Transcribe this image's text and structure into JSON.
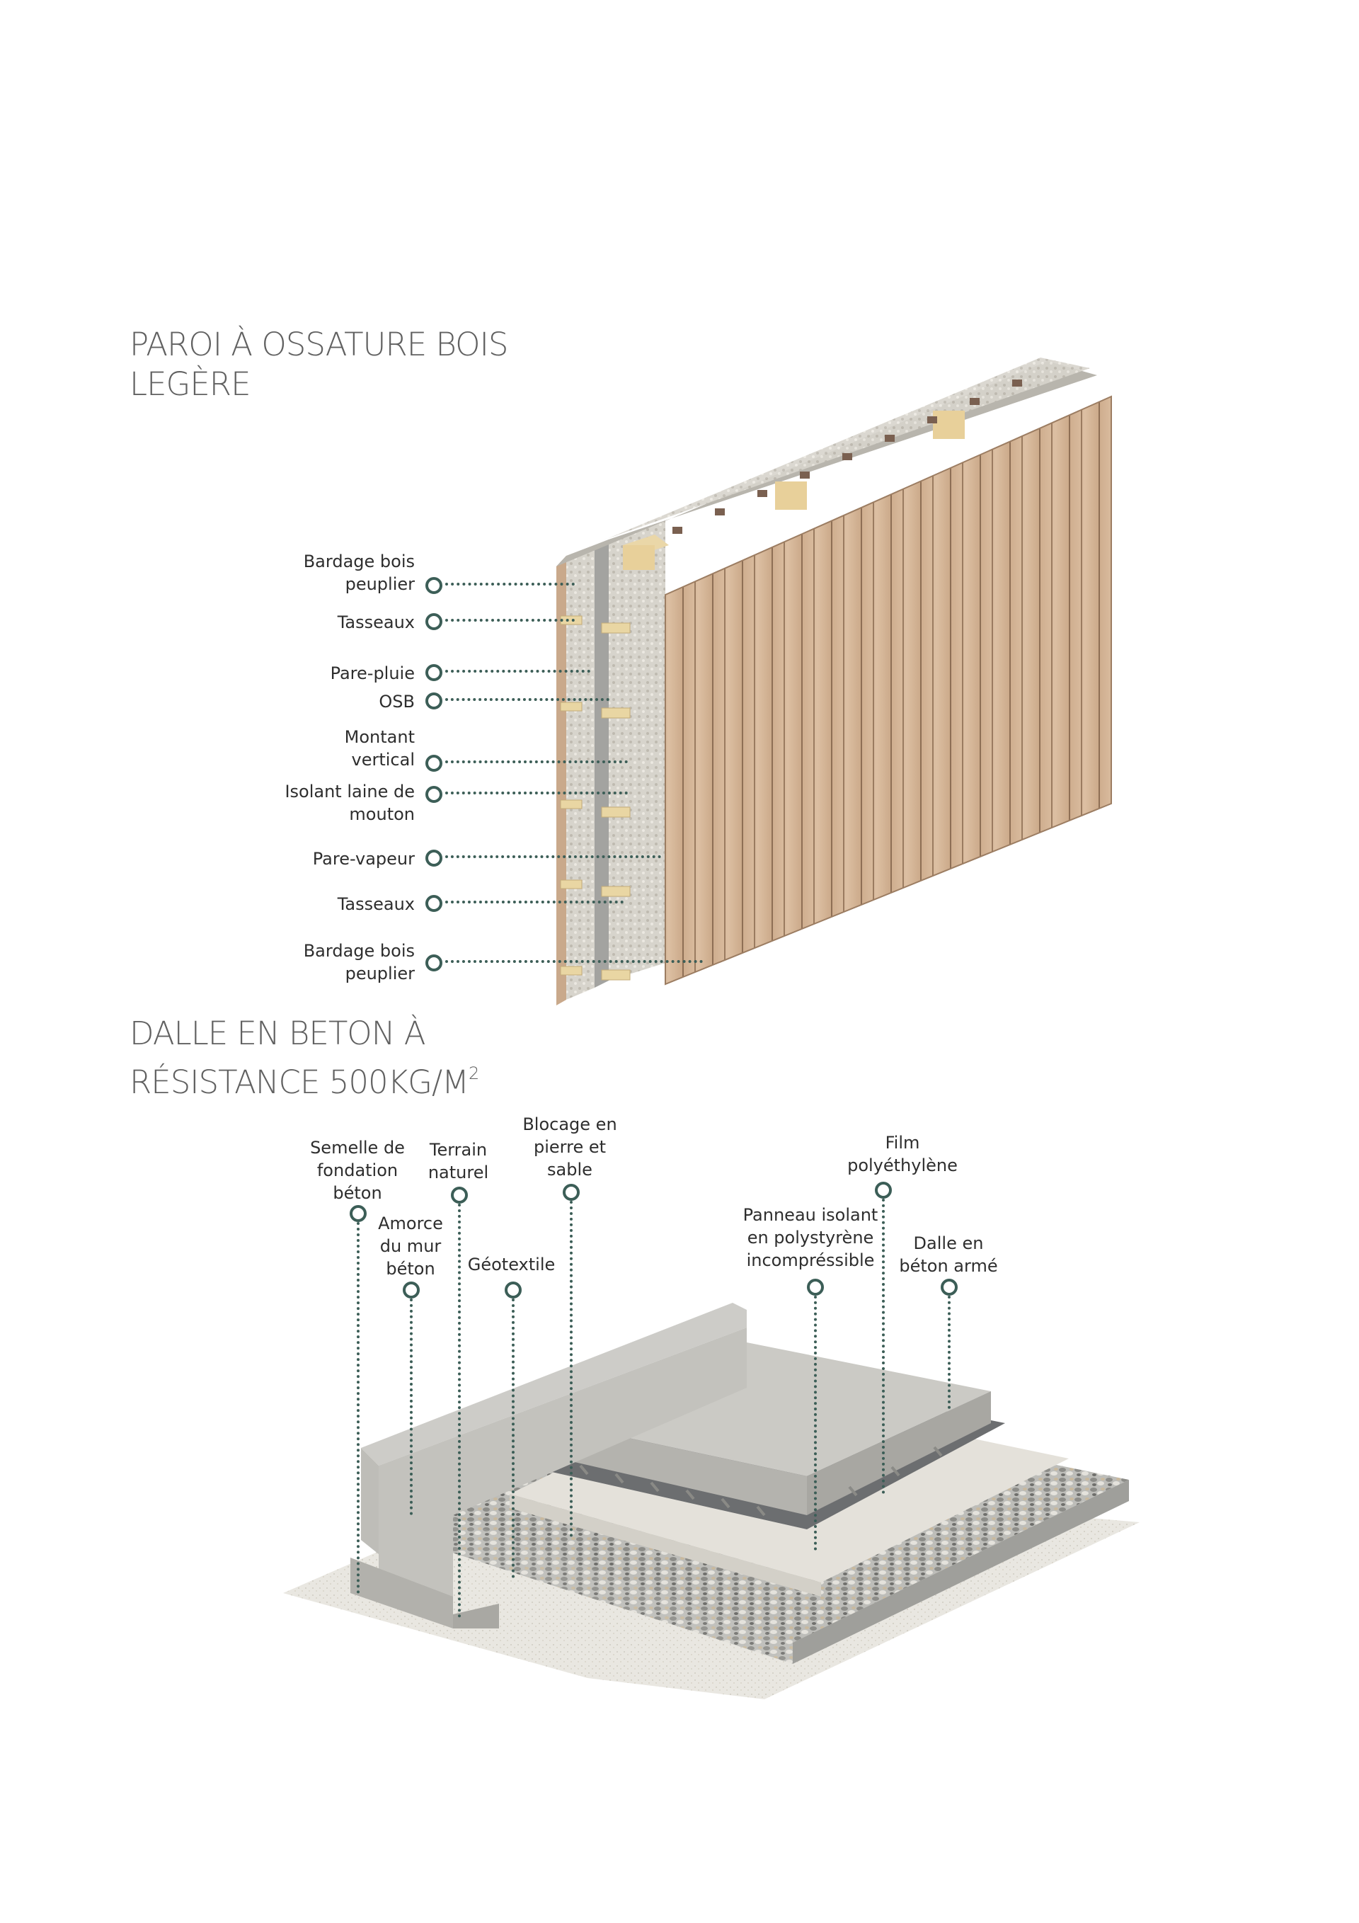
{
  "wall": {
    "title": [
      "PAROI À OSSATURE BOIS",
      "LEGÈRE"
    ],
    "labels": [
      [
        "Bardage bois",
        "peuplier"
      ],
      [
        "Tasseaux"
      ],
      [
        "Pare-pluie"
      ],
      [
        "OSB"
      ],
      [
        "Montant",
        "vertical"
      ],
      [
        "Isolant laine de",
        "mouton"
      ],
      [
        "Pare-vapeur"
      ],
      [
        "Tasseaux"
      ],
      [
        "Bardage bois",
        "peuplier"
      ]
    ]
  },
  "slab": {
    "title": [
      "DALLE EN BETON À",
      "RÉSISTANCE 500KG/M"
    ],
    "title_sup": "2",
    "labels": {
      "semelle": [
        "Semelle de",
        "fondation",
        "béton"
      ],
      "terrain": [
        "Terrain",
        "naturel"
      ],
      "blocage": [
        "Blocage en",
        "pierre et",
        "sable"
      ],
      "amorce": [
        "Amorce",
        "du mur",
        "béton"
      ],
      "geotextile": [
        "Géotextile"
      ],
      "film": [
        "Film",
        "polyéthylène"
      ],
      "panneau": [
        "Panneau isolant",
        "en polystyrène",
        "incompréssible"
      ],
      "dalle": [
        "Dalle en",
        "béton armé"
      ]
    }
  },
  "colors": {
    "marker": "#3c5e57",
    "wood": "#d9b898",
    "concrete": "#c9c9c5",
    "title": "#616161"
  }
}
